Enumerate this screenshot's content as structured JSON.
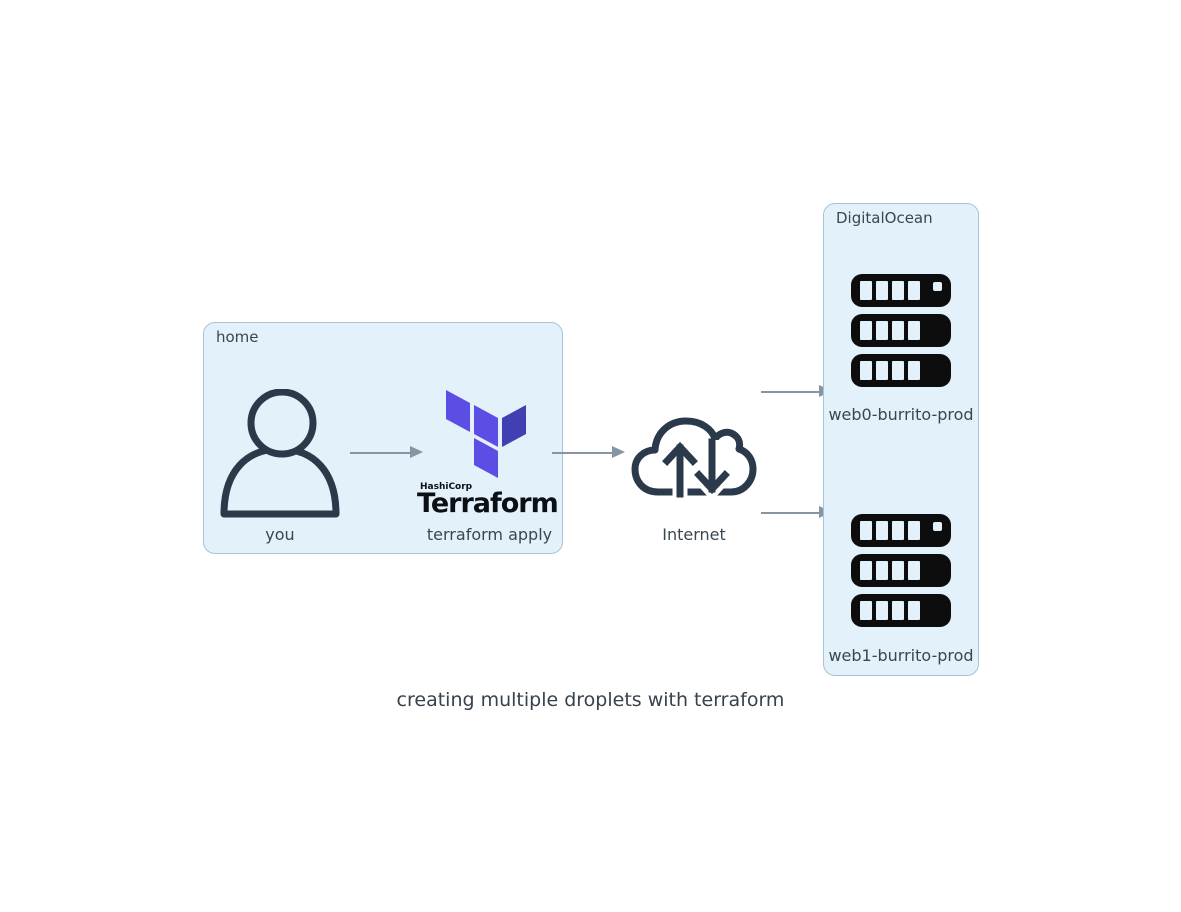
{
  "diagram": {
    "caption": "creating multiple droplets with terraform",
    "groups": {
      "home": {
        "label": "home",
        "you_label": "you",
        "terraform_label": "terraform apply",
        "hashicorp_brand": "HashiCorp",
        "terraform_brand": "Terraform"
      },
      "internet": {
        "label": "Internet"
      },
      "digitalocean": {
        "label": "DigitalOcean",
        "droplets": [
          {
            "label": "web0-burrito-prod"
          },
          {
            "label": "web1-burrito-prod"
          }
        ]
      }
    },
    "icons": [
      "person-icon",
      "terraform-logo-icon",
      "cloud-transfer-icon",
      "server-stack-icon"
    ],
    "colors": {
      "group_fill": "#e3f1fa",
      "group_border": "#a9c3d4",
      "icon_stroke": "#2b3a4a",
      "arrow": "#8795a3",
      "label_text": "#3a4751",
      "terraform_light": "#5c4ee5",
      "terraform_dark": "#4040b2",
      "server_fill": "#0d0d0d"
    }
  }
}
